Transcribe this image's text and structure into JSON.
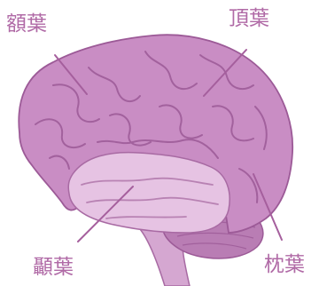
{
  "labels": {
    "frontal": "額葉",
    "parietal": "頂葉",
    "temporal": "顳葉",
    "occipital": "枕葉"
  },
  "colors": {
    "label_text": "#b06aa6",
    "cerebrum": "#c98dc4",
    "temporal_lobe": "#e6c3e3",
    "cerebellum": "#b97db4",
    "gyri_lines": "#9c5a97",
    "pointer_lines": "#a55f9d"
  }
}
